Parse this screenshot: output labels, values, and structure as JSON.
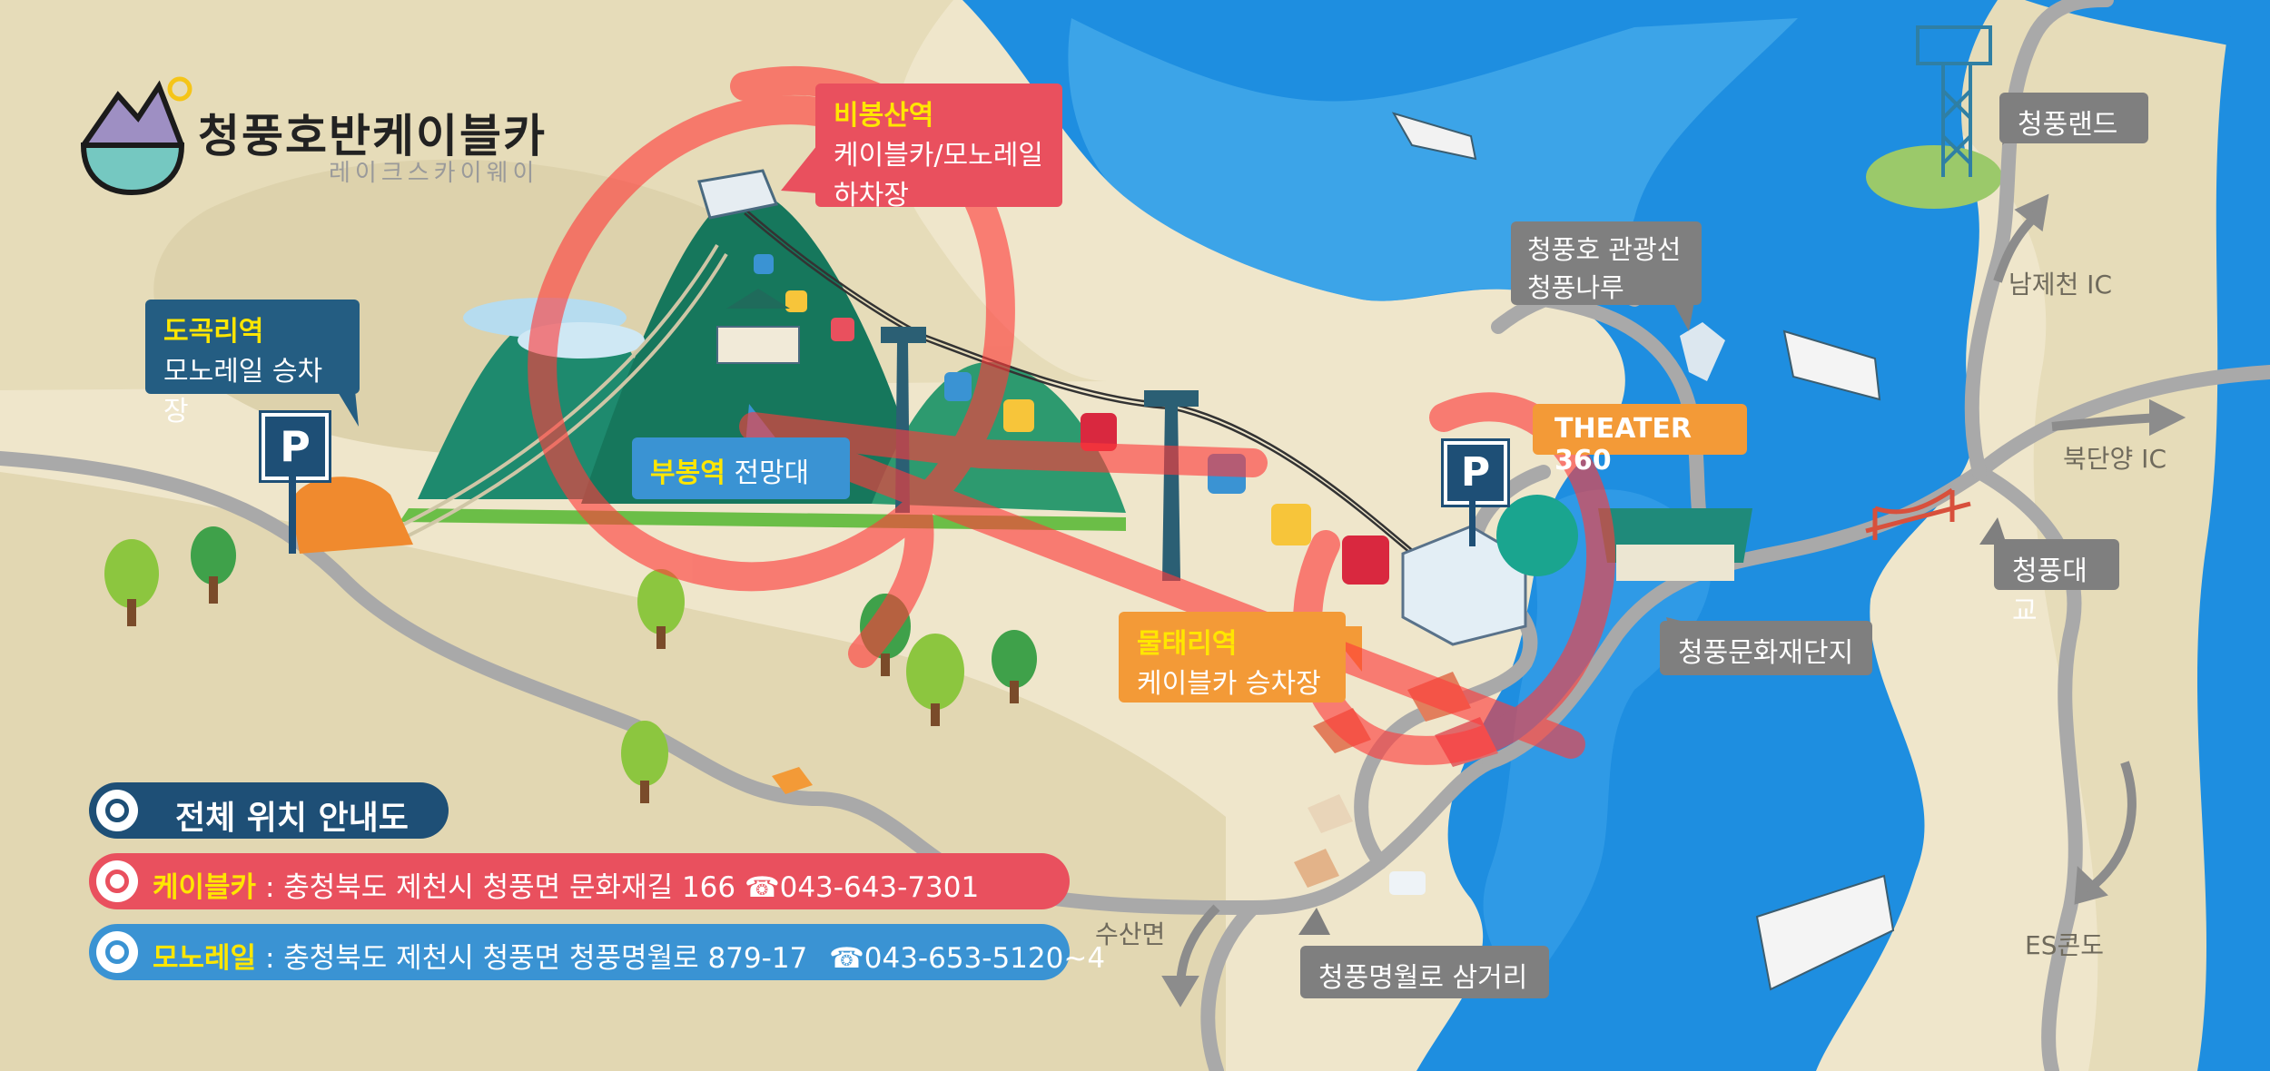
{
  "title": {
    "main": "청풍호반케이블카",
    "sub": "레이크스카이웨이"
  },
  "stations": {
    "bibong": {
      "name": "비봉산역",
      "desc1": "케이블카/모노레일",
      "desc2": "하차장"
    },
    "dogok": {
      "name": "도곡리역",
      "desc": "모노레일 승차장"
    },
    "bubong": {
      "name": "부봉역",
      "desc": "전망대"
    },
    "mulute": {
      "name": "물태리역",
      "desc": "케이블카 승차장"
    }
  },
  "labels": {
    "cruise": {
      "line1": "청풍호 관광선",
      "line2": "청풍나루"
    },
    "theater": "THEATER 360",
    "cheongpung_land": "청풍랜드",
    "namjecheon_ic": "남제천 IC",
    "bukdanyang_ic": "북단양 IC",
    "cheongpung_bridge": "청풍대교",
    "cultural_complex": "청풍문화재단지",
    "es_condo": "ES콘도",
    "susan": "수산면",
    "intersection": "청풍명월로 삼거리",
    "parking": "P"
  },
  "info": {
    "header": "전체 위치 안내도",
    "cablecar": {
      "name": "케이블카",
      "address": " : 충청북도 제천시 청풍면 문화재길 166",
      "phone": "043-643-7301"
    },
    "monorail": {
      "name": "모노레일",
      "address": " : 충청북도 제천시 청풍면 청풍명월로 879-17",
      "phone": "043-653-5120~4"
    },
    "phone_icon": "☎"
  },
  "colors": {
    "lake": "#1e8ee0",
    "lake_shallow": "#56b6ee",
    "land": "#efe6cb",
    "road": "#a9a9a9",
    "mountain": "#1e8a6e",
    "cablecar_red": "#e9505e",
    "monorail_blue": "#3a93d3",
    "navy": "#1e4f76",
    "label_gray": "#7f7f7f",
    "orange": "#f39a37",
    "highlight_yellow": "#ffe600",
    "annotation_red": "#ff3b3b"
  }
}
